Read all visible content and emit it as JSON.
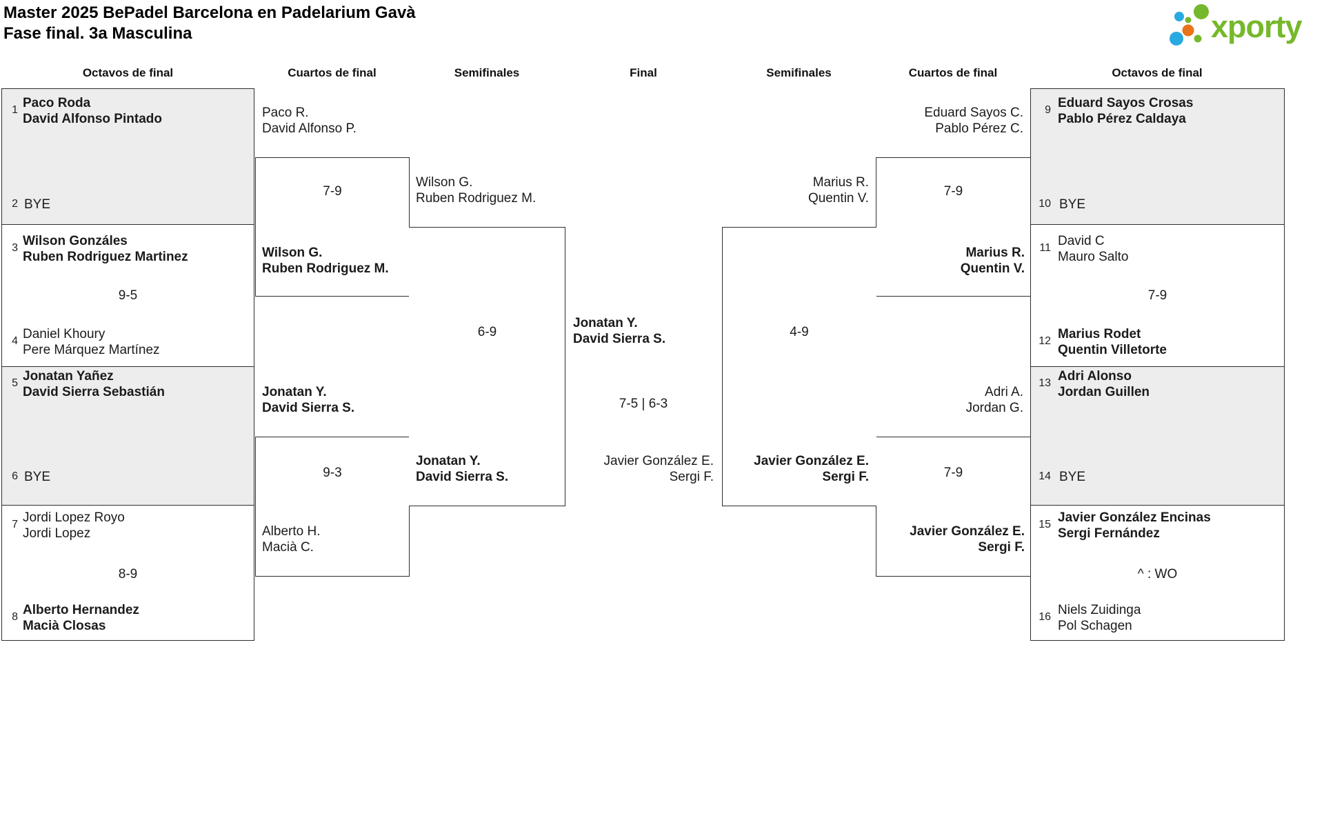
{
  "title": {
    "line1": "Master 2025 BePadel Barcelona en Padelarium Gavà",
    "line2": "Fase final. 3a Masculina"
  },
  "logo": {
    "text": "xporty",
    "green": "#76b82b",
    "blue": "#29a9e1",
    "orange": "#e8731a"
  },
  "headers": [
    "Octavos de final",
    "Cuartos de final",
    "Semifinales",
    "Final",
    "Semifinales",
    "Cuartos de final",
    "Octavos de final"
  ],
  "octavos_left": [
    {
      "seed_top": "1",
      "top": [
        "Paco Roda",
        "David Alfonso Pintado"
      ],
      "seed_bot": "2",
      "bot": [
        "BYE"
      ],
      "score": ""
    },
    {
      "seed_top": "3",
      "top": [
        "Wilson Gonzáles",
        "Ruben Rodriguez Martinez"
      ],
      "seed_bot": "4",
      "bot": [
        "Daniel Khoury",
        "Pere Márquez Martínez"
      ],
      "score": "9-5"
    },
    {
      "seed_top": "5",
      "top": [
        "Jonatan Yañez",
        "David Sierra Sebastián"
      ],
      "seed_bot": "6",
      "bot": [
        "BYE"
      ],
      "score": ""
    },
    {
      "seed_top": "7",
      "top": [
        "Jordi Lopez Royo",
        "Jordi Lopez"
      ],
      "seed_bot": "8",
      "bot": [
        "Alberto Hernandez",
        "Macià Closas"
      ],
      "score": "8-9"
    }
  ],
  "octavos_right": [
    {
      "seed_top": "9",
      "top": [
        "Eduard Sayos Crosas",
        "Pablo Pérez Caldaya"
      ],
      "seed_bot": "10",
      "bot": [
        "BYE"
      ],
      "score": ""
    },
    {
      "seed_top": "11",
      "top": [
        "David C",
        "Mauro Salto"
      ],
      "seed_bot": "12",
      "bot": [
        "Marius Rodet",
        "Quentin Villetorte"
      ],
      "score": "7-9"
    },
    {
      "seed_top": "13",
      "top": [
        "Adri Alonso",
        "Jordan Guillen"
      ],
      "seed_bot": "14",
      "bot": [
        "BYE"
      ],
      "score": ""
    },
    {
      "seed_top": "15",
      "top": [
        "Javier González Encinas",
        "Sergi Fernández"
      ],
      "seed_bot": "16",
      "bot": [
        "Niels Zuidinga",
        "Pol Schagen"
      ],
      "score": "^ : WO"
    }
  ],
  "cuartos_left": [
    {
      "top": [
        "Paco R.",
        "David Alfonso P."
      ],
      "bot": [
        "Wilson G.",
        "Ruben Rodriguez M."
      ],
      "score": "7-9"
    },
    {
      "top": [
        "Jonatan Y.",
        "David Sierra S."
      ],
      "bot": [
        "Alberto H.",
        "Macià C."
      ],
      "score": "9-3"
    }
  ],
  "cuartos_right": [
    {
      "top": [
        "Eduard Sayos C.",
        "Pablo Pérez C."
      ],
      "bot": [
        "Marius R.",
        "Quentin V."
      ],
      "score": "7-9"
    },
    {
      "top": [
        "Adri A.",
        "Jordan G."
      ],
      "bot": [
        "Javier González E.",
        "Sergi F."
      ],
      "score": "7-9"
    }
  ],
  "semi_left": {
    "top": [
      "Wilson G.",
      "Ruben Rodriguez M."
    ],
    "bot": [
      "Jonatan Y.",
      "David Sierra S."
    ],
    "score": "6-9"
  },
  "semi_right": {
    "top": [
      "Marius R.",
      "Quentin V."
    ],
    "bot": [
      "Javier González E.",
      "Sergi F."
    ],
    "score": "4-9"
  },
  "final": {
    "top": [
      "Jonatan Y.",
      "David Sierra S."
    ],
    "bot": [
      "Javier González E.",
      "Sergi F."
    ],
    "score": "7-5 | 6-3"
  }
}
